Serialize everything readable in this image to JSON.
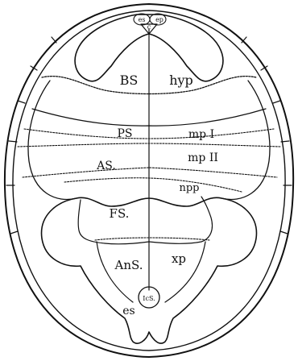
{
  "figure": {
    "labels": {
      "es_top": "es",
      "ep": "ep",
      "cl": "c",
      "bs": "BS",
      "hyp": "hyp",
      "ps": "PS",
      "mp1": "mp I",
      "as": "AS.",
      "mp2": "mp II",
      "npp": "npp",
      "fs": "FS.",
      "ans": "AnS.",
      "xp": "xp",
      "ics": "IcS.",
      "es_bottom": "es"
    }
  }
}
